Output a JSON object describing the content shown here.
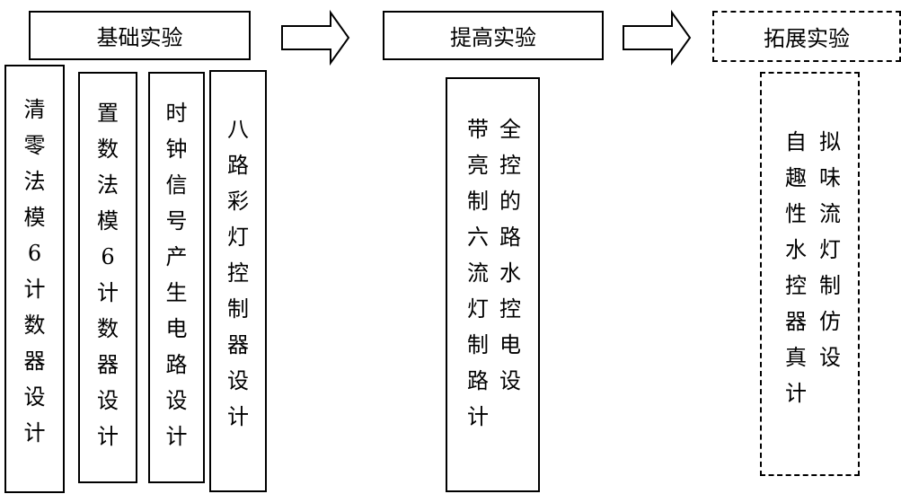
{
  "stages": {
    "basic": {
      "title": "基础实验"
    },
    "advanced": {
      "title": "提高实验"
    },
    "extended": {
      "title": "拓展实验"
    }
  },
  "basic_experiments": [
    "清零法模6计数器设计",
    "置数法模6计数器设计",
    "时钟信号产生电路设计",
    "八路彩灯控制器设计"
  ],
  "advanced_experiment": {
    "col1": "带亮制六流灯制路计",
    "col2": "全控的路水控电设"
  },
  "extended_experiment": {
    "col1": "自趣性水控器真计",
    "col2": "拟味流灯制仿设"
  }
}
